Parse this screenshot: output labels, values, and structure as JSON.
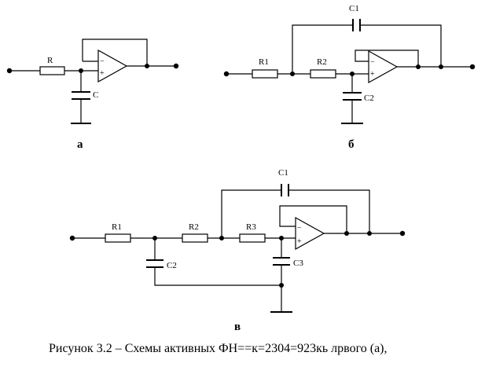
{
  "circuits": {
    "a": {
      "sublabel": "а",
      "R": "R",
      "C": "C",
      "opamp_minus": "−",
      "opamp_plus": "+"
    },
    "b": {
      "sublabel": "б",
      "R1": "R1",
      "R2": "R2",
      "C1": "C1",
      "C2": "C2",
      "opamp_minus": "−",
      "opamp_plus": "+"
    },
    "c": {
      "sublabel": "в",
      "R1": "R1",
      "R2": "R2",
      "R3": "R3",
      "C1": "C1",
      "C2": "C2",
      "C3": "C3",
      "opamp_minus": "−",
      "opamp_plus": "+"
    }
  },
  "caption": "Рисунок 3.2 – Схемы активных ФН==к=2304=923кь лрвого (а),"
}
